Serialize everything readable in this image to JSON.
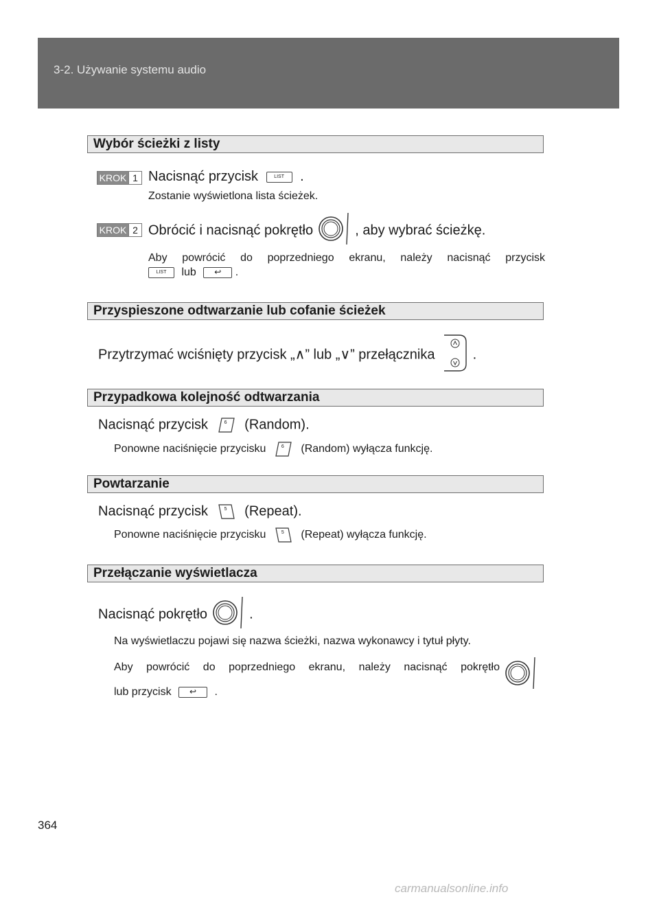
{
  "header": {
    "title": "3-2. Używanie systemu audio"
  },
  "sections": [
    {
      "title": "Wybór ścieżki z listy"
    },
    {
      "title": "Przyspieszone odtwarzanie lub cofanie ścieżek"
    },
    {
      "title": "Przypadkowa kolejność odtwarzania"
    },
    {
      "title": "Powtarzanie"
    },
    {
      "title": "Przełączanie wyświetlacza"
    }
  ],
  "steps": [
    {
      "label": "KROK",
      "num": "1",
      "text_before": "Nacisnąć przycisk",
      "text_after": ".",
      "note": "Zostanie wyświetlona lista ścieżek."
    },
    {
      "label": "KROK",
      "num": "2",
      "text_before": "Obrócić i nacisnąć pokrętło",
      "text_after": ", aby wybrać ścieżkę.",
      "note_line1": "Aby powrócić do poprzedniego ekranu, należy nacisnąć przycisk",
      "note_or": "lub",
      "note_end": "."
    }
  ],
  "buttons": {
    "list_label": "LIST",
    "back_symbol": "↩",
    "random_num": "6",
    "repeat_num": "5"
  },
  "fast": {
    "text": "Przytrzymać wciśnięty przycisk „∧” lub „∨” przełącznika",
    "end": "."
  },
  "random": {
    "main_before": "Nacisnąć przycisk",
    "main_after": "(Random).",
    "note_before": "Ponowne naciśnięcie przycisku",
    "note_after": "(Random) wyłącza funkcję."
  },
  "repeat": {
    "main_before": "Nacisnąć przycisk",
    "main_after": "(Repeat).",
    "note_before": "Ponowne naciśnięcie przycisku",
    "note_after": "(Repeat) wyłącza funkcję."
  },
  "display": {
    "main_before": "Nacisnąć pokrętło",
    "main_after": ".",
    "note1": "Na wyświetlaczu pojawi się nazwa ścieżki, nazwa wykonawcy i tytuł płyty.",
    "note2": "Aby powrócić do poprzedniego ekranu, należy nacisnąć pokrętło",
    "note3_before": "lub przycisk",
    "note3_after": "."
  },
  "page_number": "364",
  "watermark": "carmanualsonline.info"
}
